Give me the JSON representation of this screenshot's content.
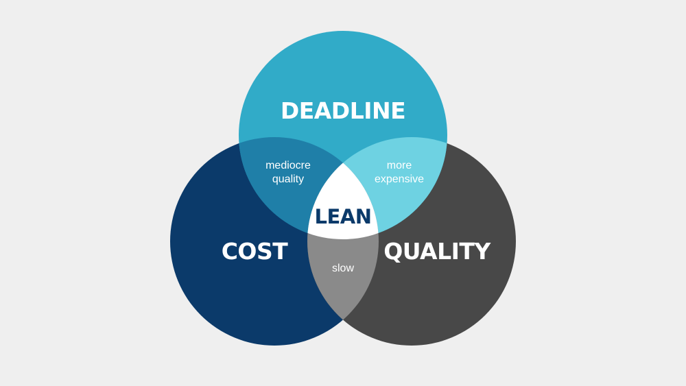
{
  "diagram": {
    "circles": {
      "deadline": {
        "label": "DEADLINE",
        "color": "#31abc8"
      },
      "cost": {
        "label": "COST",
        "color": "#0b3a6a"
      },
      "quality": {
        "label": "QUALITY",
        "color": "#484848"
      }
    },
    "overlaps": {
      "deadline_cost": {
        "line1": "mediocre",
        "line2": "quality",
        "color": "#1f7fa8"
      },
      "deadline_quality": {
        "line1": "more",
        "line2": "expensive",
        "color": "#6ed2e2"
      },
      "cost_quality": {
        "label": "slow",
        "color": "#8a8a8a"
      }
    },
    "center": {
      "label": "LEAN",
      "color": "#ffffff",
      "text_color": "#0b3a6a"
    },
    "background": "#efefef"
  }
}
